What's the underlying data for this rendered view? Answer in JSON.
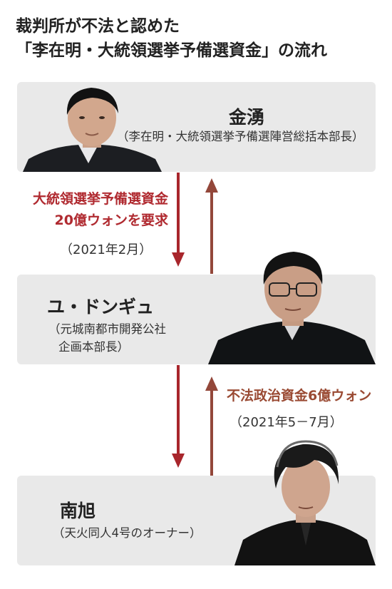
{
  "title": {
    "line1": "裁判所が不法と認めた",
    "line2": "「李在明・大統領選挙予備選資金」の流れ"
  },
  "persons": [
    {
      "name": "金湧",
      "role": [
        "（李在明・大統領選挙予備選陣営総括本部長）"
      ]
    },
    {
      "name": "ユ・ドンギュ",
      "role": [
        "（元城南都市開発公社",
        "企画本部長）"
      ]
    },
    {
      "name": "南旭",
      "role": [
        "（天火同人4号のオーナー）"
      ]
    }
  ],
  "flows": {
    "request": {
      "label": [
        "大統領選挙予備選資金",
        "20億ウォンを要求"
      ],
      "date": "（2021年2月）"
    },
    "funds": {
      "label": [
        "不法政治資金6億ウォン"
      ],
      "date": "（2021年5－7月）"
    }
  },
  "colors": {
    "box": "#e9e9e9",
    "request_arrow": "#a8262c",
    "funds_arrow": "#93473a"
  },
  "icons": [
    "person-photo-kim",
    "person-photo-yoo",
    "person-photo-nam"
  ]
}
